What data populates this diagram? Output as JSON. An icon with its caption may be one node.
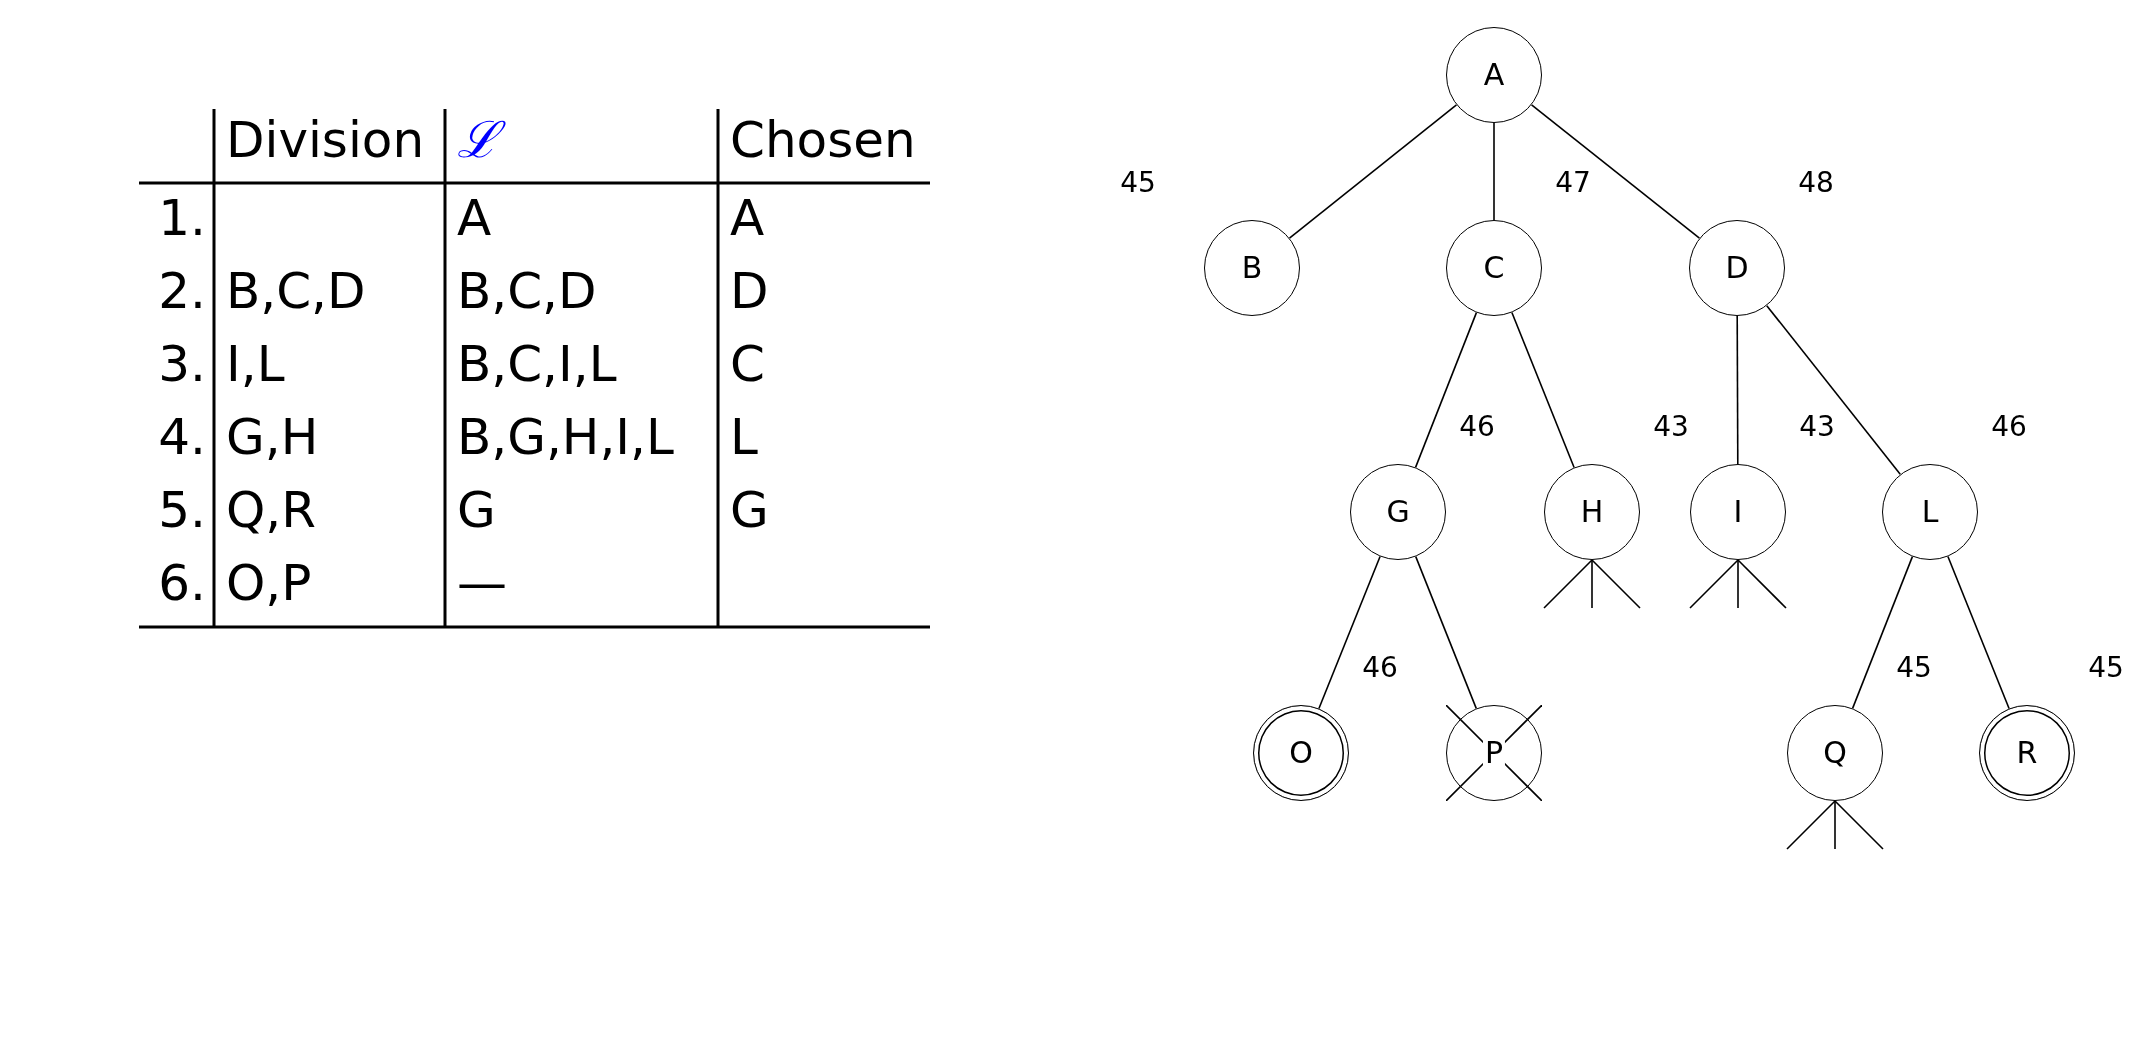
{
  "diagram": {
    "nodes": [
      {
        "text": [
          "A"
        ]
      },
      {
        "text": [
          "B"
        ],
        "beside": [
          "45"
        ]
      },
      {
        "text": [
          "C"
        ],
        "beside": [
          "47"
        ]
      },
      {
        "text": [
          "D"
        ],
        "beside": [
          "48"
        ]
      },
      {
        "text": [
          "G"
        ],
        "beside": [
          "46"
        ]
      },
      {
        "text": [
          "H"
        ],
        "beside": [
          "43"
        ]
      },
      {
        "text": [
          "I"
        ],
        "beside": [
          "43"
        ]
      },
      {
        "text": [
          "L"
        ],
        "beside": [
          "46"
        ]
      },
      {
        "text": [
          "O"
        ],
        "beside": [
          "46"
        ]
      },
      {
        "text": [
          "P"
        ]
      },
      {
        "text": [
          "Q"
        ],
        "beside": [
          "45"
        ]
      },
      {
        "text": [
          "R"
        ],
        "beside": [
          "45"
        ]
      }
    ],
    "edges": [
      {
        "from": 0,
        "to": 1,
        "arrow": "none"
      },
      {
        "from": 0,
        "to": 2,
        "arrow": "none"
      },
      {
        "from": 0,
        "to": 3,
        "arrow": "none"
      },
      {
        "from": 2,
        "to": 4,
        "arrow": "none"
      },
      {
        "from": 2,
        "to": 5,
        "arrow": "none"
      },
      {
        "from": 3,
        "to": 6,
        "arrow": "none"
      },
      {
        "from": 3,
        "to": 7,
        "arrow": "none"
      },
      {
        "from": 4,
        "to": 8,
        "arrow": "none"
      },
      {
        "from": 4,
        "to": 9,
        "arrow": "none"
      },
      {
        "from": 7,
        "to": 10,
        "arrow": "none"
      },
      {
        "from": 7,
        "to": 11,
        "arrow": "none"
      },
      {
        "from": 5,
        "to": null,
        "arrow": "none"
      },
      {
        "from": 5,
        "to": null,
        "arrow": "none"
      },
      {
        "from": 5,
        "to": null,
        "arrow": "none"
      },
      {
        "from": 6,
        "to": null,
        "arrow": "none"
      },
      {
        "from": 6,
        "to": null,
        "arrow": "none"
      },
      {
        "from": 6,
        "to": null,
        "arrow": "none"
      },
      {
        "from": 10,
        "to": null,
        "arrow": "none"
      },
      {
        "from": 10,
        "to": null,
        "arrow": "none"
      },
      {
        "from": 10,
        "to": null,
        "arrow": "none"
      }
    ],
    "labels": [
      "Division",
      "ℒ",
      "Chosen",
      "1.",
      "A",
      "A",
      "2.",
      "B,C,D",
      "B,C,D",
      "D",
      "3.",
      "I,L",
      "B,C,I,L",
      "C",
      "4.",
      "G,H",
      "B,G,H,I,L",
      "L",
      "5.",
      "Q,R",
      "G",
      "G",
      "6.",
      "O,P",
      "—"
    ]
  }
}
